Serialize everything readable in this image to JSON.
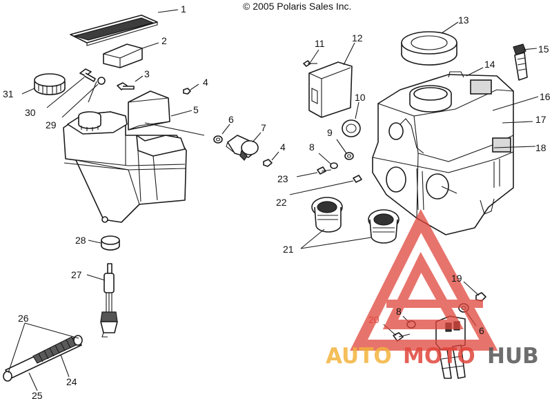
{
  "copyright": "© 2005 Polaris Sales Inc.",
  "watermark": {
    "part1": "AUTO",
    "part2": "MOTO",
    "part3": "HUB",
    "color_orange": "#f3b33d",
    "color_red": "#e0463c",
    "color_gray": "#555555"
  },
  "callouts": {
    "n1": "1",
    "n2": "2",
    "n3": "3",
    "n4a": "4",
    "n4b": "4",
    "n5": "5",
    "n6a": "6",
    "n6b": "6",
    "n7": "7",
    "n8a": "8",
    "n8b": "8",
    "n9": "9",
    "n10": "10",
    "n11": "11",
    "n12": "12",
    "n13": "13",
    "n14": "14",
    "n15": "15",
    "n16": "16",
    "n17": "17",
    "n18": "18",
    "n19": "19",
    "n20": "20",
    "n21": "21",
    "n22": "22",
    "n23": "23",
    "n24": "24",
    "n25": "25",
    "n26": "26",
    "n27": "27",
    "n28": "28",
    "n29": "29",
    "n30": "30",
    "n31": "31"
  }
}
